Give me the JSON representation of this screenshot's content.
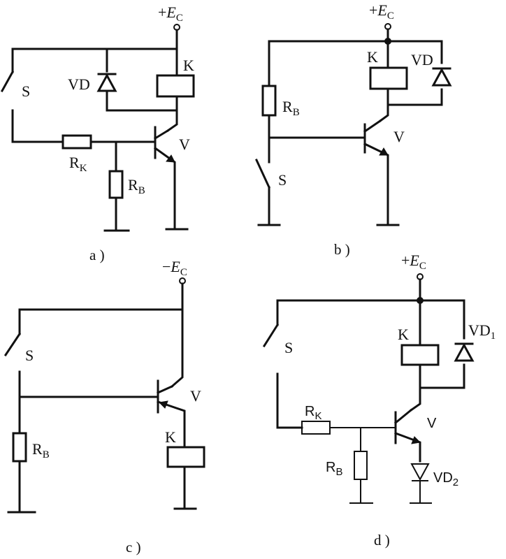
{
  "supply": {
    "a_plus": "+",
    "a_e": "E",
    "a_sub": "C",
    "b_plus": "+",
    "b_e": "E",
    "b_sub": "C",
    "c_minus": "−",
    "c_e": "E",
    "c_sub": "C",
    "d_plus": "+",
    "d_e": "E",
    "d_sub": "C"
  },
  "circuit_a": {
    "caption": "a )",
    "switch": "S",
    "diode": "VD",
    "relay": "K",
    "transistor": "V",
    "rk_main": "R",
    "rk_sub": "K",
    "rb_main": "R",
    "rb_sub": "B"
  },
  "circuit_b": {
    "caption": "b )",
    "switch": "S",
    "diode": "VD",
    "relay": "K",
    "transistor": "V",
    "rb_main": "R",
    "rb_sub": "B"
  },
  "circuit_c": {
    "caption": "c )",
    "switch": "S",
    "relay": "K",
    "transistor": "V",
    "rb_main": "R",
    "rb_sub": "B"
  },
  "circuit_d": {
    "caption": "d )",
    "switch": "S",
    "relay": "K",
    "transistor": "V",
    "vd1_main": "VD",
    "vd1_sub": "1",
    "vd2_main": "VD",
    "vd2_sub": "2",
    "rk_main": "R",
    "rk_sub": "K",
    "rb_main": "R",
    "rb_sub": "B"
  }
}
